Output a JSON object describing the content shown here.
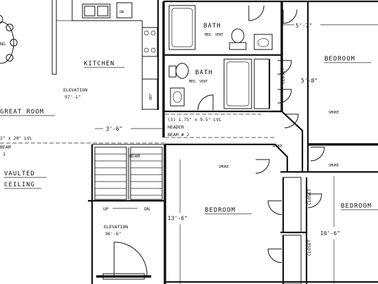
{
  "labels": {
    "kitchen": "KITCHEN",
    "kitchen_elevation": "ELEVATION",
    "kitchen_elevation_value": "97'-1\"",
    "great_room": "GREAT ROOM",
    "lvl_beam": "2\" x 20\" LVL",
    "beam_left": "BEAM",
    "beam_right": "BEAM",
    "vaulted": "VAULTED",
    "ceiling": "CEILING",
    "dim_stair": "3'-6\"",
    "header_line1": "(3) 1.75\" x 9.5\" LVL",
    "header_line2": "HEADER",
    "header_line3": "BEAM # 2",
    "bath_upper": "BATH",
    "bath_lower": "BATH",
    "bath_note": "MED. VENT",
    "closet_bath": "CLOSET",
    "bedroom_top": "BEDROOM",
    "dim_top": "5'-7\"",
    "dim_bed_right": "5'-8\"",
    "bedroom_center": "BEDROOM",
    "dim_bed_center": "13'-6\"",
    "closet_center": "CLOSET",
    "closet_bottom": "CLOSET",
    "bedroom_right": "BEDROOM",
    "dim_bed_right_lower": "10'-6\"",
    "smoke_1": "SMOKE",
    "smoke_2": "SMOKE",
    "smoke_3": "SMOKE",
    "smoke_4": "SMOKE",
    "stair_up": "UP",
    "stair_dn": "DN",
    "elevation_lower": "ELEVATION",
    "elevation_lower_value": "96'-6\"",
    "fridge": "REF",
    "dw": "DW",
    "frag_left": "NG",
    "frag_one": "1"
  }
}
